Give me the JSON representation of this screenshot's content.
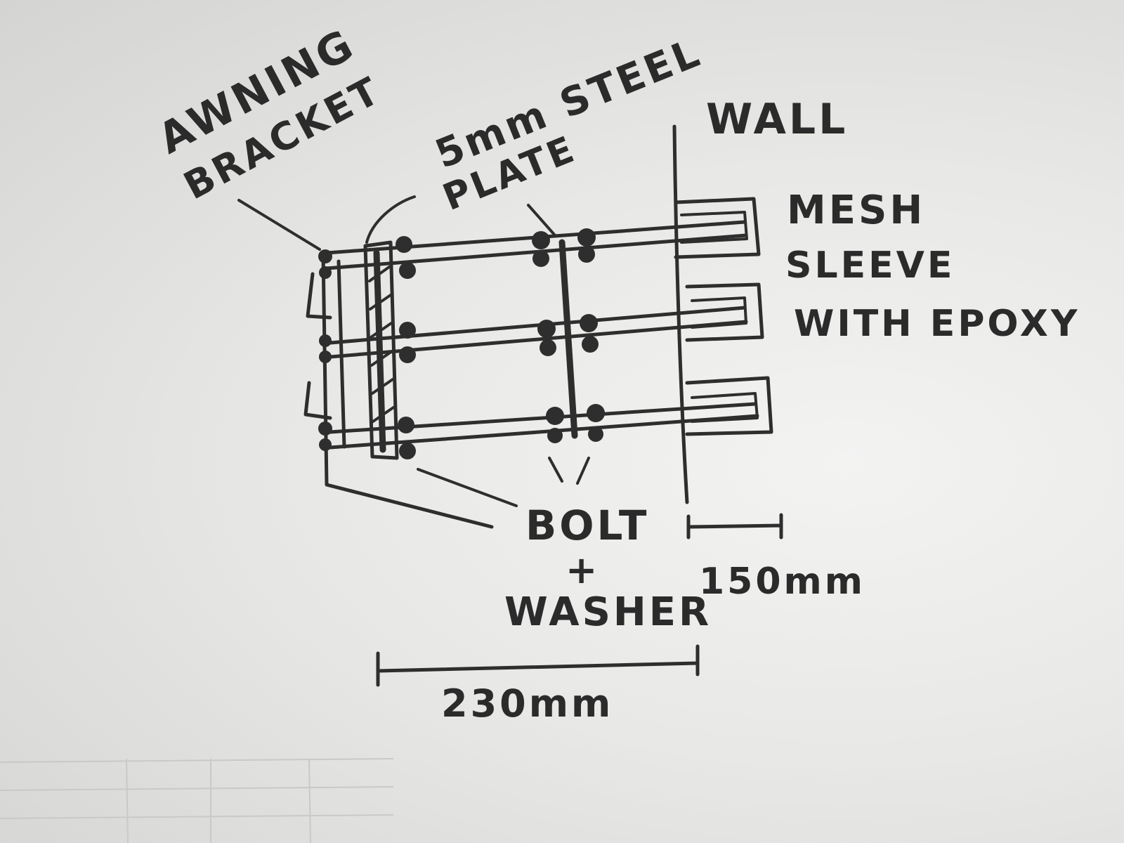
{
  "diagram": {
    "labels": {
      "awning_line1": "AWNING",
      "awning_line2": "BRACKET",
      "plate_line1": "5mm STEEL",
      "plate_line2": "PLATE",
      "wall": "WALL",
      "mesh_line1": "MESH",
      "mesh_line2": "SLEEVE",
      "mesh_line3": "WITH EPOXY",
      "bolt_line1": "BOLT",
      "bolt_line2": "+",
      "bolt_line3": "WASHER",
      "dim_wall": "150mm",
      "dim_total": "230mm"
    },
    "ink_color": "#2e2e2e",
    "paper_color": "#ececea"
  }
}
